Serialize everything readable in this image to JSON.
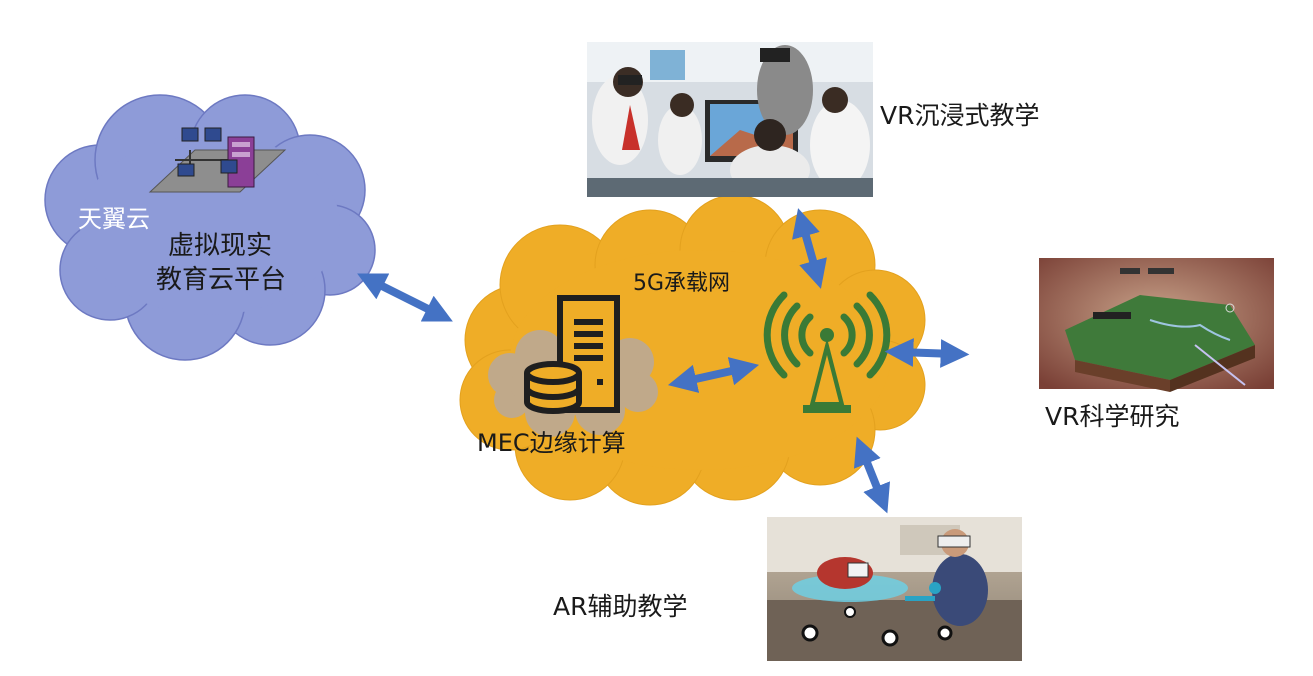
{
  "diagram": {
    "cloud_platform": {
      "label": "天翼云",
      "title_line1": "虚拟现实",
      "title_line2": "教育云平台"
    },
    "network": {
      "label": "5G承载网",
      "mec_label": "MEC边缘计算"
    },
    "applications": [
      {
        "label": "VR沉浸式教学"
      },
      {
        "label": "VR科学研究"
      },
      {
        "label": "AR辅助教学"
      }
    ],
    "colors": {
      "platform_cloud": "#8e9bd8",
      "network_cloud": "#efad27",
      "mec_cloud": "#c0a98a",
      "arrow": "#4472c4",
      "antenna": "#3a7a36",
      "server_outline": "#1f1f1f"
    },
    "icons": [
      "server-computer-network-icon",
      "server-database-icon",
      "antenna-tower-icon"
    ]
  }
}
